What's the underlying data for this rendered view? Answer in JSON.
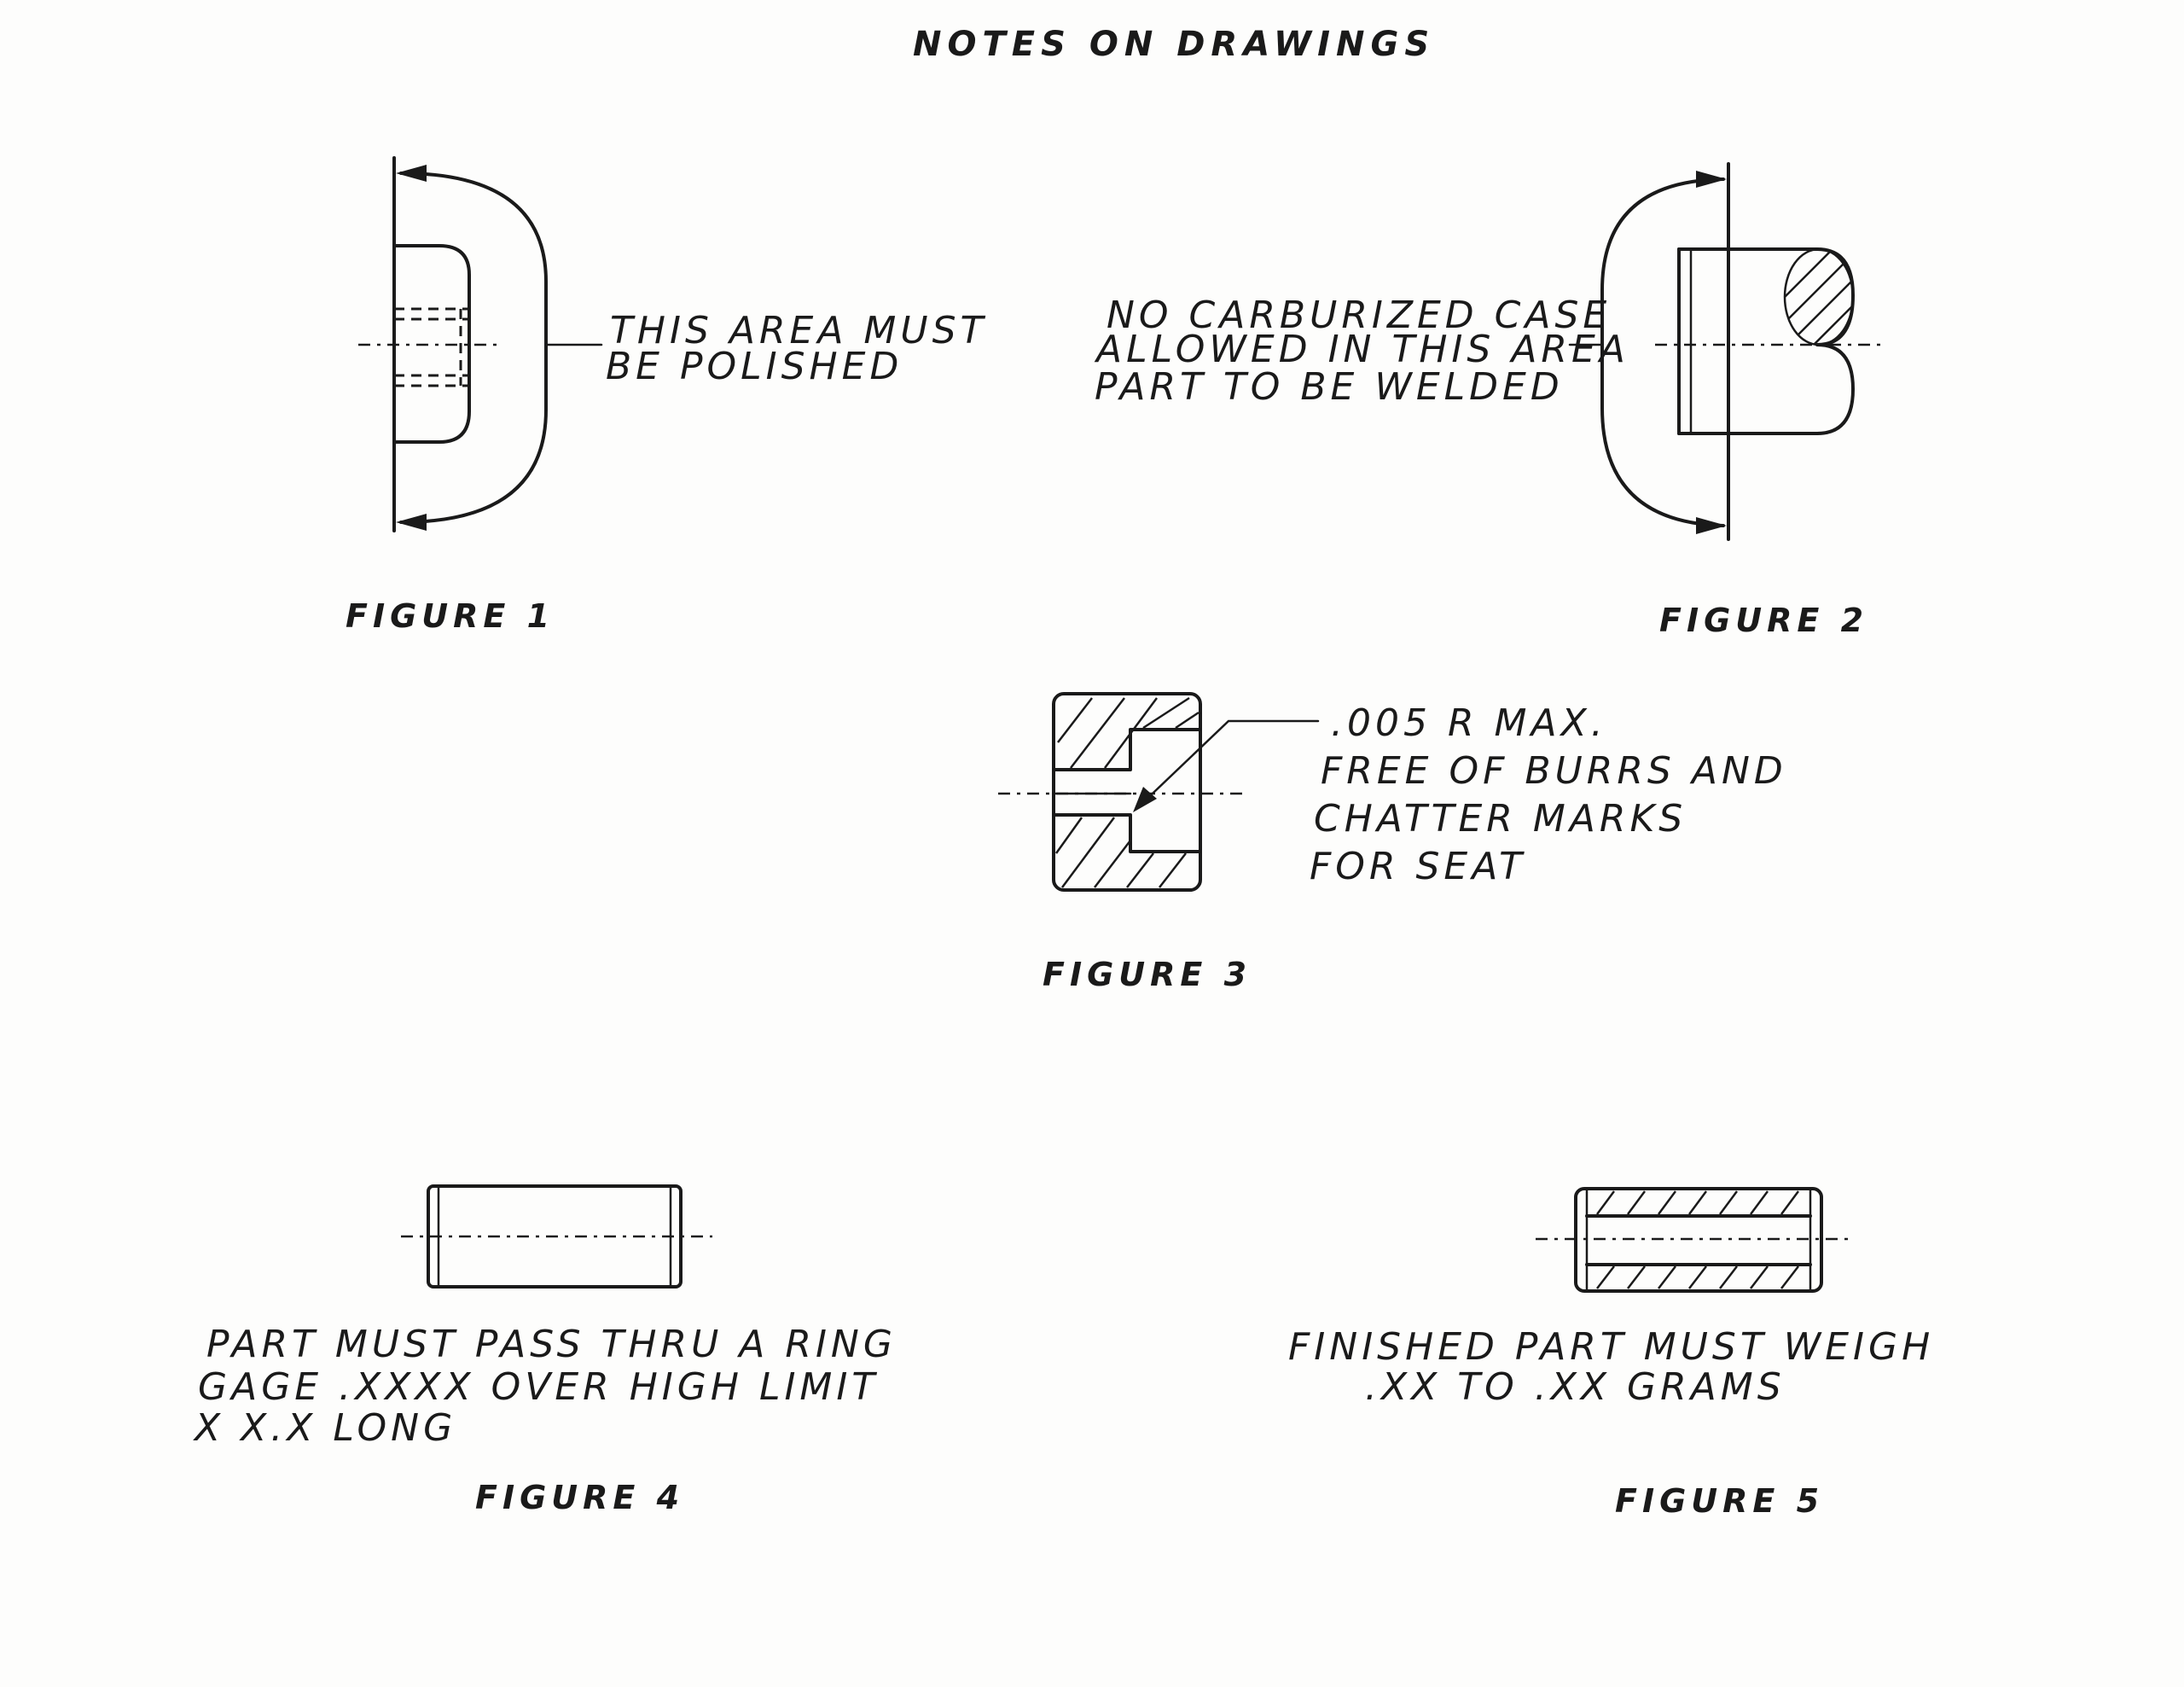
{
  "page": {
    "title": "NOTES ON DRAWINGS"
  },
  "figure1": {
    "caption": "FIGURE 1",
    "note_line1": "THIS AREA MUST",
    "note_line2": "BE POLISHED"
  },
  "figure2": {
    "caption": "FIGURE 2",
    "note_line1": "NO CARBURIZED CASE",
    "note_line2": "ALLOWED IN THIS AREA",
    "note_line3": "PART TO BE WELDED"
  },
  "figure3": {
    "caption": "FIGURE 3",
    "note_line1": ".005 R MAX.",
    "note_line2": "FREE OF BURRS AND",
    "note_line3": "CHATTER MARKS",
    "note_line4": "FOR SEAT"
  },
  "figure4": {
    "caption": "FIGURE 4",
    "note_line1": "PART MUST PASS THRU A RING",
    "note_line2": "GAGE .XXXX OVER HIGH LIMIT",
    "note_line3": "X  X.X LONG"
  },
  "figure5": {
    "caption": "FIGURE 5",
    "note_line1": "FINISHED PART MUST WEIGH",
    "note_line2": ".XX TO .XX GRAMS"
  }
}
